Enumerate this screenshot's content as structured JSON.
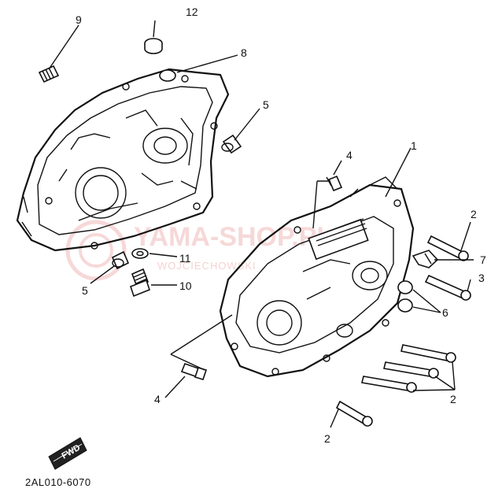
{
  "watermark": {
    "brand": "YAMA-SHOP.PL",
    "sub": "WOJCIECHOWSKI"
  },
  "fwd_label": "FWD",
  "diagram_code": "2AL010-6070",
  "callouts": [
    {
      "id": "c12",
      "text": "12"
    },
    {
      "id": "c9",
      "text": "9"
    },
    {
      "id": "c8",
      "text": "8"
    },
    {
      "id": "c5a",
      "text": "5"
    },
    {
      "id": "c4a",
      "text": "4"
    },
    {
      "id": "c1",
      "text": "1"
    },
    {
      "id": "c2a",
      "text": "2"
    },
    {
      "id": "c7",
      "text": "7"
    },
    {
      "id": "c3",
      "text": "3"
    },
    {
      "id": "c11",
      "text": "11"
    },
    {
      "id": "c10",
      "text": "10"
    },
    {
      "id": "c5b",
      "text": "5"
    },
    {
      "id": "c6",
      "text": "6"
    },
    {
      "id": "c2b",
      "text": "2"
    },
    {
      "id": "c4b",
      "text": "4"
    },
    {
      "id": "c2c",
      "text": "2"
    }
  ],
  "colors": {
    "ink": "#111111",
    "watermark": "#f3c8c8"
  }
}
